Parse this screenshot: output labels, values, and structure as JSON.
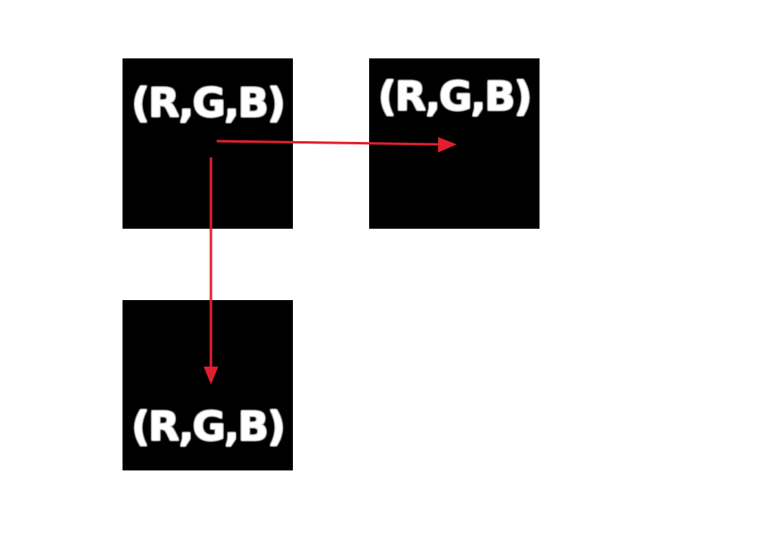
{
  "boxes": [
    {
      "label": "(R,G,B)"
    },
    {
      "label": "(R,G,B)"
    },
    {
      "label": "(R,G,B)"
    }
  ],
  "colors": {
    "box": "#000000",
    "text": "#ffffff",
    "arrow": "#e0202e",
    "background": "#ffffff"
  }
}
